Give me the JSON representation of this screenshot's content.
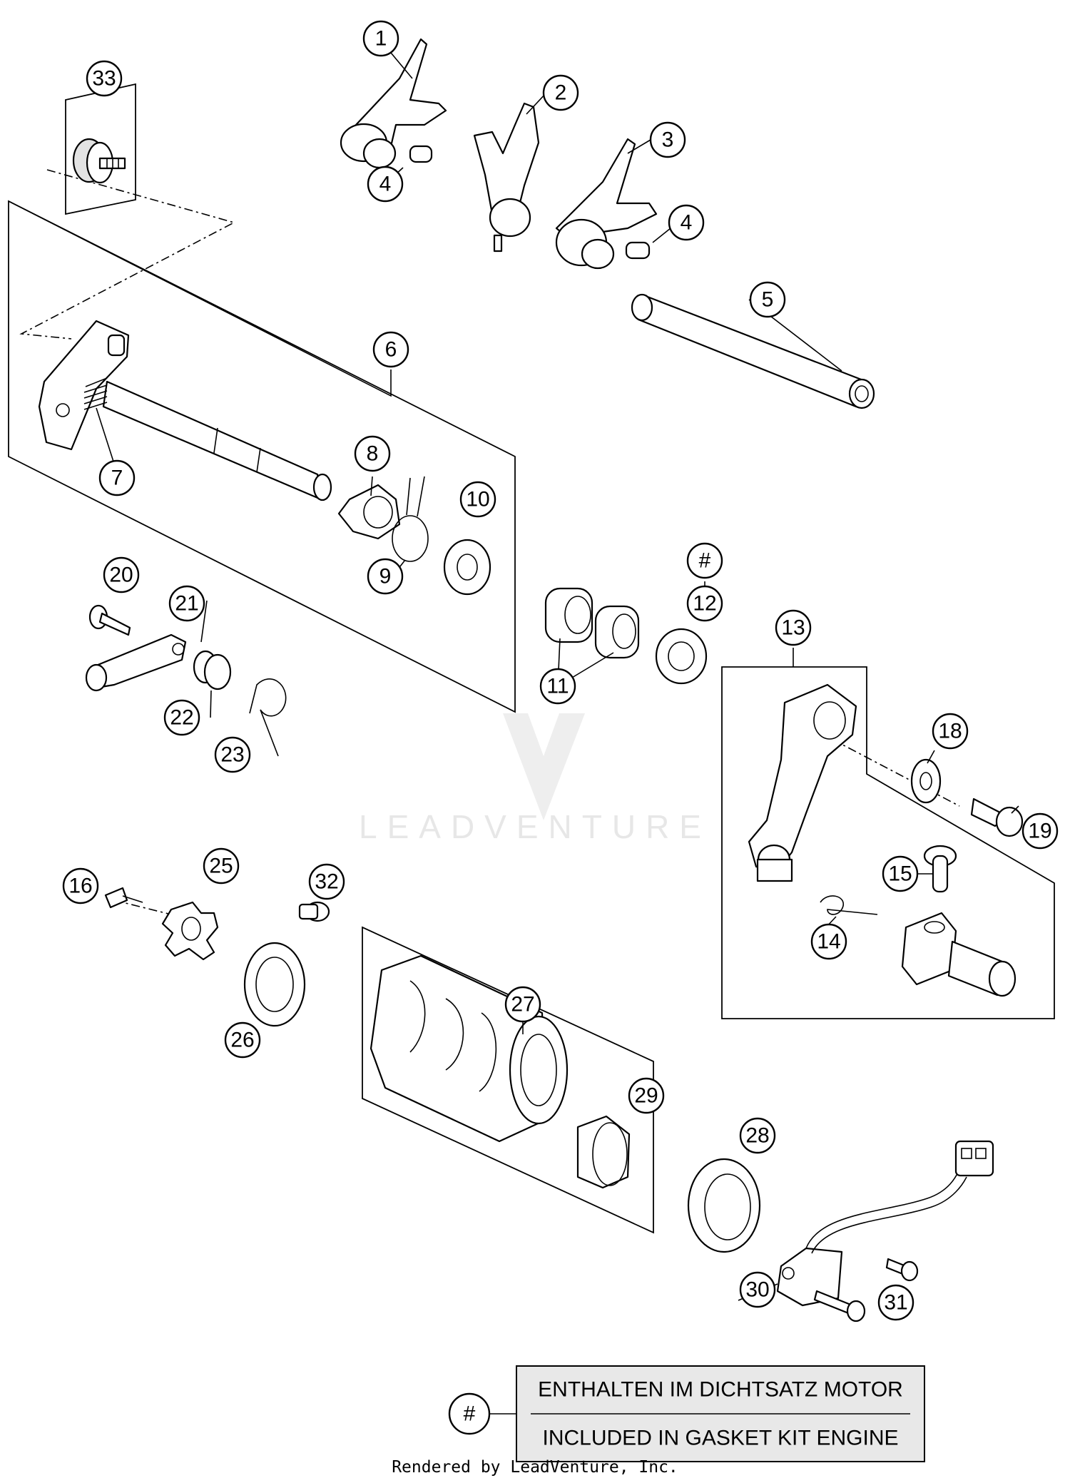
{
  "callouts": {
    "c1": "1",
    "c2": "2",
    "c3": "3",
    "c4a": "4",
    "c4b": "4",
    "c5": "5",
    "c6": "6",
    "c7": "7",
    "c8": "8",
    "c9": "9",
    "c10": "10",
    "c11": "11",
    "c12": "12",
    "c12hash": "#",
    "c13": "13",
    "c14": "14",
    "c15": "15",
    "c16": "16",
    "c18": "18",
    "c19": "19",
    "c20": "20",
    "c21": "21",
    "c22": "22",
    "c23": "23",
    "c25": "25",
    "c26": "26",
    "c27": "27",
    "c28": "28",
    "c29": "29",
    "c30": "30",
    "c31": "31",
    "c32": "32",
    "c33": "33"
  },
  "watermark": "LEADVENTURE",
  "legend": {
    "symbol": "#",
    "line_de": "ENTHALTEN IM DICHTSATZ MOTOR",
    "line_en": "INCLUDED IN GASKET KIT ENGINE"
  },
  "footer": "Rendered by LeadVenture, Inc."
}
